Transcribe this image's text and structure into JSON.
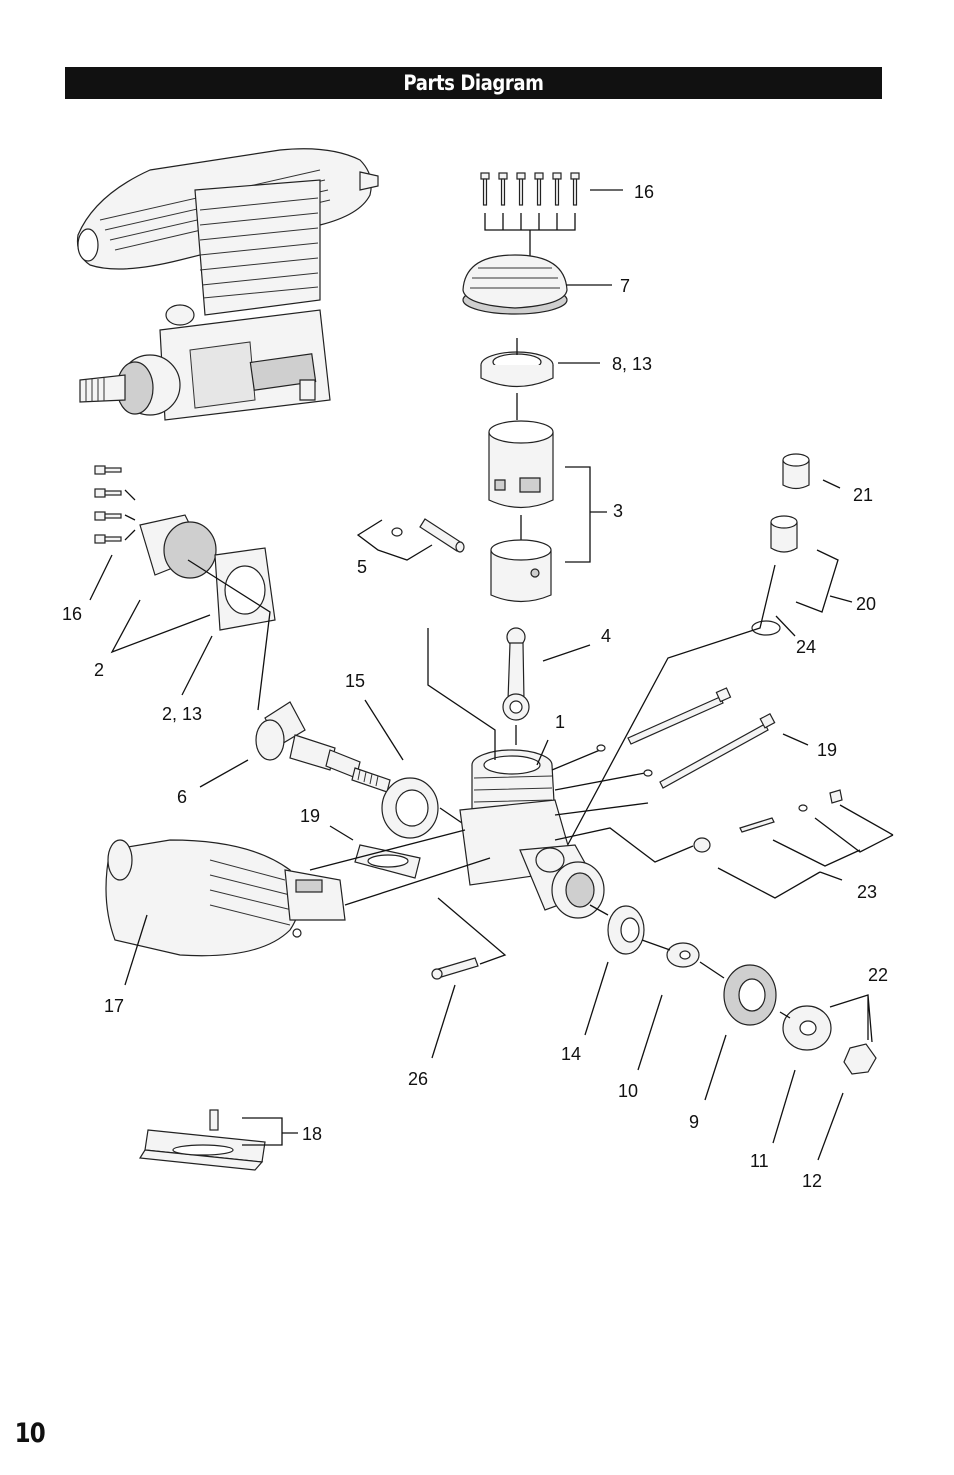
{
  "header": {
    "title": "Parts Diagram"
  },
  "page_number": "10",
  "callouts": {
    "c16_top": "16",
    "c7": "7",
    "c8_13": "8, 13",
    "c21": "21",
    "c3": "3",
    "c5": "5",
    "c20": "20",
    "c16_left": "16",
    "c4": "4",
    "c24": "24",
    "c2": "2",
    "c15": "15",
    "c2_13": "2, 13",
    "c1": "1",
    "c19_right": "19",
    "c6": "6",
    "c19_left": "19",
    "c23": "23",
    "c17": "17",
    "c22": "22",
    "c14": "14",
    "c26": "26",
    "c10": "10",
    "c9": "9",
    "c18": "18",
    "c11": "11",
    "c12": "12"
  }
}
